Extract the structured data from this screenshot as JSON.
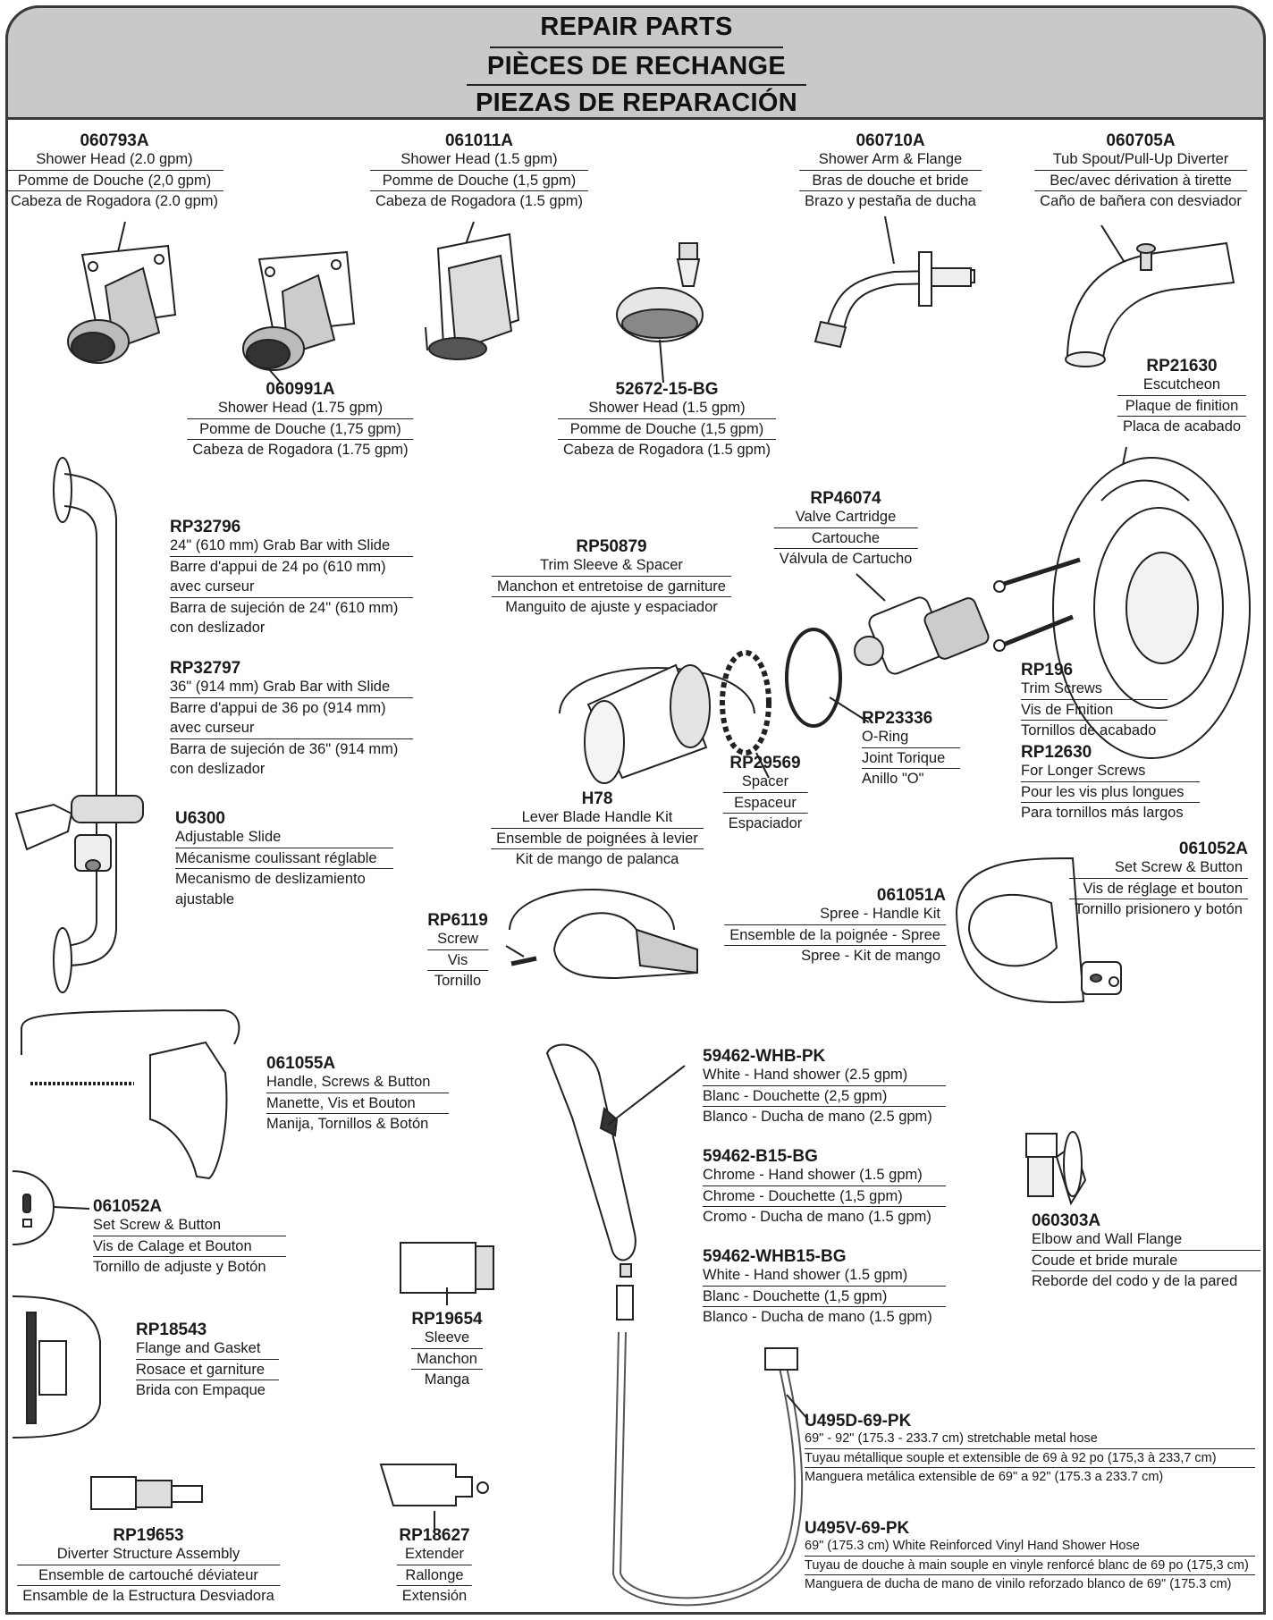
{
  "header": {
    "title_en": "REPAIR PARTS",
    "title_fr": "PIÈCES DE RECHANGE",
    "title_es": "PIEZAS DE REPARACIÓN"
  },
  "parts": {
    "p060793A": {
      "number": "060793A",
      "en": "Shower Head (2.0 gpm)",
      "fr": "Pomme de Douche (2,0 gpm)",
      "es": "Cabeza de Rogadora (2.0 gpm)"
    },
    "p061011A": {
      "number": "061011A",
      "en": "Shower Head (1.5 gpm)",
      "fr": "Pomme de Douche (1,5 gpm)",
      "es": "Cabeza de Rogadora (1.5 gpm)"
    },
    "p060710A": {
      "number": "060710A",
      "en": "Shower Arm & Flange",
      "fr": "Bras de douche et bride",
      "es": "Brazo y pestaña de ducha"
    },
    "p060705A": {
      "number": "060705A",
      "en": "Tub Spout/Pull-Up Diverter",
      "fr": "Bec/avec dérivation à tirette",
      "es": "Caño de bañera con desviador"
    },
    "p060991A": {
      "number": "060991A",
      "en": "Shower Head (1.75 gpm)",
      "fr": "Pomme de Douche (1,75 gpm)",
      "es": "Cabeza de Rogadora (1.75 gpm)"
    },
    "p52672": {
      "number": "52672-15-BG",
      "en": "Shower Head (1.5 gpm)",
      "fr": "Pomme de Douche (1,5 gpm)",
      "es": "Cabeza de Rogadora (1.5 gpm)"
    },
    "pRP21630": {
      "number": "RP21630",
      "en": "Escutcheon",
      "fr": "Plaque de finition",
      "es": "Placa de acabado"
    },
    "pRP32796": {
      "number": "RP32796",
      "en": "24\" (610 mm) Grab Bar with Slide",
      "fr1": "Barre d'appui de 24 po (610 mm)",
      "fr2": "avec curseur",
      "es1": "Barra de sujeción de 24\" (610 mm)",
      "es2": "con deslizador"
    },
    "pRP32797": {
      "number": "RP32797",
      "en": "36\" (914 mm) Grab Bar with Slide",
      "fr1": "Barre d'appui de 36 po (914 mm)",
      "fr2": "avec curseur",
      "es1": "Barra de sujeción de 36\" (914 mm)",
      "es2": "con deslizador"
    },
    "pU6300": {
      "number": "U6300",
      "en": "Adjustable Slide",
      "fr": "Mécanisme coulissant réglable",
      "es1": "Mecanismo de deslizamiento",
      "es2": "ajustable"
    },
    "pRP46074": {
      "number": "RP46074",
      "en": "Valve Cartridge",
      "fr": "Cartouche",
      "es": "Válvula de Cartucho"
    },
    "pRP50879": {
      "number": "RP50879",
      "en": "Trim Sleeve & Spacer",
      "fr": "Manchon et entretoise de garniture",
      "es": "Manguito de ajuste y espaciador"
    },
    "pRP196": {
      "number": "RP196",
      "en": "Trim Screws",
      "fr": "Vis de Finition",
      "es": "Tornillos de acabado"
    },
    "pRP12630": {
      "number": "RP12630",
      "en": "For Longer Screws",
      "fr": "Pour les vis plus longues",
      "es": "Para tornillos más largos"
    },
    "pRP23336": {
      "number": "RP23336",
      "en": "O-Ring",
      "fr": "Joint Torique",
      "es": "Anillo \"O\""
    },
    "pRP29569": {
      "number": "RP29569",
      "en": "Spacer",
      "fr": "Espaceur",
      "es": "Espaciador"
    },
    "pH78": {
      "number": "H78",
      "en": "Lever Blade Handle Kit",
      "fr": "Ensemble de poignées à levier",
      "es": "Kit de mango de palanca"
    },
    "p061052A_r": {
      "number": "061052A",
      "en": "Set Screw & Button",
      "fr": "Vis de réglage et bouton",
      "es": "Tornillo prisionero y botón"
    },
    "p061051A": {
      "number": "061051A",
      "en": "Spree - Handle Kit",
      "fr": "Ensemble de la poignée - Spree",
      "es": "Spree - Kit de mango"
    },
    "pRP6119": {
      "number": "RP6119",
      "en": "Screw",
      "fr": "Vis",
      "es": "Tornillo"
    },
    "p061055A": {
      "number": "061055A",
      "en": "Handle, Screws & Button",
      "fr": "Manette, Vis et Bouton",
      "es": "Manija, Tornillos & Botón"
    },
    "p061052A_l": {
      "number": "061052A",
      "en": "Set Screw & Button",
      "fr": "Vis de Calage et Bouton",
      "es": "Tornillo de adjuste y Botón"
    },
    "pRP18543": {
      "number": "RP18543",
      "en": "Flange and Gasket",
      "fr": "Rosace et garniture",
      "es": "Brida con Empaque"
    },
    "pRP19654": {
      "number": "RP19654",
      "en": "Sleeve",
      "fr": "Manchon",
      "es": "Manga"
    },
    "pRP19653": {
      "number": "RP19653",
      "en": "Diverter Structure Assembly",
      "fr": "Ensemble de cartouché déviateur",
      "es": "Ensamble de la Estructura Desviadora"
    },
    "pRP18627": {
      "number": "RP18627",
      "en": "Extender",
      "fr": "Rallonge",
      "es": "Extensión"
    },
    "p59462WHB": {
      "number": "59462-WHB-PK",
      "en": "White - Hand shower (2.5 gpm)",
      "fr": "Blanc - Douchette (2,5 gpm)",
      "es": "Blanco - Ducha de mano (2.5 gpm)"
    },
    "p59462B15": {
      "number": "59462-B15-BG",
      "en": "Chrome - Hand shower (1.5 gpm)",
      "fr": "Chrome - Douchette (1,5 gpm)",
      "es": "Cromo - Ducha de mano (1.5 gpm)"
    },
    "p59462WHB15": {
      "number": "59462-WHB15-BG",
      "en": "White - Hand shower (1.5 gpm)",
      "fr": "Blanc - Douchette (1,5 gpm)",
      "es": "Blanco - Ducha de mano (1.5 gpm)"
    },
    "p060303A": {
      "number": "060303A",
      "en": "Elbow and Wall Flange",
      "fr": "Coude et bride murale",
      "es": "Reborde del codo y de la pared"
    },
    "pU495D": {
      "number": "U495D-69-PK",
      "en": "69\" - 92\" (175.3 - 233.7 cm) stretchable metal hose",
      "fr": "Tuyau métallique souple et extensible de 69 à 92 po (175,3  à 233,7 cm)",
      "es": "Manguera metálica extensible de 69\" a 92\" (175.3 a 233.7 cm)"
    },
    "pU495V": {
      "number": "U495V-69-PK",
      "en": "69\" (175.3 cm) White Reinforced Vinyl Hand Shower Hose",
      "fr": "Tuyau de douche à main souple en vinyle renforcé blanc de 69 po (175,3 cm)",
      "es": "Manguera de ducha de mano de vinilo reforzado blanco de 69\" (175.3 cm)"
    }
  }
}
